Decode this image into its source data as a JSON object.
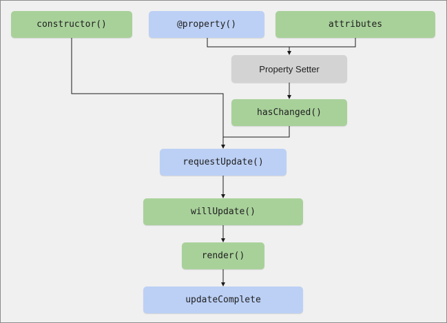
{
  "colors": {
    "background": "#f0f0f0",
    "green_node": "#a8d19a",
    "blue_node": "#bcd0f5",
    "gray_node": "#d3d3d3",
    "connector": "#1a1a1a"
  },
  "nodes": {
    "constructor": "constructor()",
    "property_decorator": "@property()",
    "attributes": "attributes",
    "property_setter": "Property Setter",
    "has_changed": "hasChanged()",
    "request_update": "requestUpdate()",
    "will_update": "willUpdate()",
    "render": "render()",
    "update_complete": "updateComplete"
  }
}
